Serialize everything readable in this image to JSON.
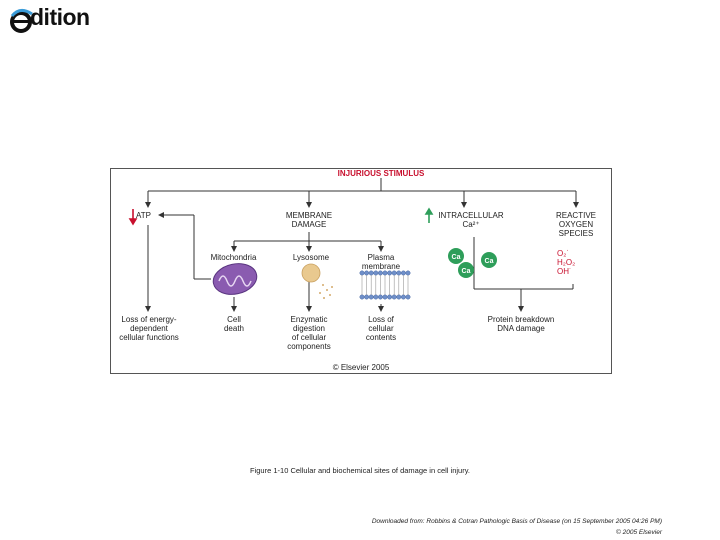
{
  "logo": {
    "text": "dition",
    "icon": "e-logo-icon"
  },
  "diagram": {
    "title": "INJURIOUS STIMULUS",
    "atp": "ATP",
    "membrane": "MEMBRANE\nDAMAGE",
    "intracellular": "INTRACELLULAR\nCa²⁺",
    "reactive": "REACTIVE\nOXYGEN\nSPECIES",
    "mitochondria": "Mitochondria",
    "lysosome": "Lysosome",
    "plasma": "Plasma\nmembrane",
    "ca_label": "Ca",
    "ros_species": "O₂˙\nH₂O₂\nOH˙",
    "outcome_energy": "Loss of energy-\ndependent\ncellular functions",
    "outcome_death": "Cell\ndeath",
    "outcome_enzymatic": "Enzymatic\ndigestion\nof cellular\ncomponents",
    "outcome_contents": "Loss of\ncellular\ncontents",
    "outcome_protein": "Protein breakdown\nDNA damage",
    "copyright": "© Elsevier 2005",
    "colors": {
      "red": "#c8102e",
      "green": "#2e9e5a",
      "mito": "#8a5bb0",
      "lyso": "#e9c98f",
      "membrane": "#6f8fc9"
    }
  },
  "caption": "Figure 1-10 Cellular and biochemical sites of damage in cell injury.",
  "download_note": "Downloaded from: Robbins & Cotran Pathologic Basis of Disease (on 15 September 2005 04:26 PM)",
  "copyright_footer": "© 2005 Elsevier"
}
